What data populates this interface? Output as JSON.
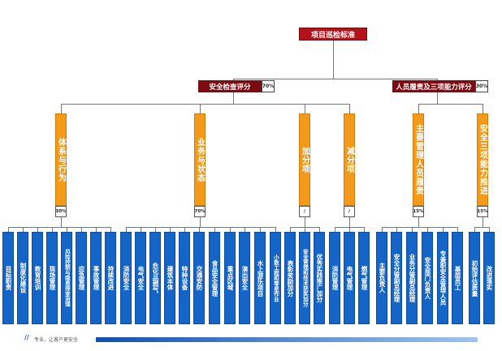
{
  "root": {
    "label": "项目巡检标准"
  },
  "groups": [
    {
      "label": "安全检查评分",
      "pct": "70%",
      "categories": [
        {
          "label": "体系与行为",
          "pct": "30%",
          "leaves": [
            "目标职责",
            "制度化建设",
            "教育培训",
            "现场管理",
            "风险控制与隐患排查治理",
            "应急管理",
            "事故管理",
            "持续改进"
          ]
        },
        {
          "label": "业务与状态",
          "pct": "70%",
          "leaves": [
            "消防安全",
            "电气安全",
            "危化品燃气",
            "建筑本体",
            "特种设备",
            "交通安防",
            "食品安全管理",
            "重点区域",
            "演出安全",
            "水上游乐项目",
            "小散工程和零星作业"
          ]
        },
        {
          "label": "加分项",
          "pct": "/",
          "leaves": [
            "表彰奖励加分",
            "安全管理和技术获奖加分",
            "优秀实践推广加分"
          ]
        },
        {
          "label": "减分项",
          "pct": "/",
          "leaves": [
            "消防管理",
            "电气管理",
            "燃气管理"
          ]
        }
      ]
    },
    {
      "label": "人员履责及三项能力评分",
      "pct": "30%",
      "categories": [
        {
          "label": "主要管理人员履责",
          "pct": "15%",
          "leaves": [
            "主要负责人",
            "安全分管副总经理",
            "业务分管副总经理",
            "安全部门负责人",
            "专兼职安全管理人员",
            "基层员工"
          ]
        },
        {
          "label": "安全三项能力推进",
          "pct": "15%",
          "leaves": [
            "初始评估质量",
            "改进落实"
          ]
        }
      ]
    }
  ],
  "footer": {
    "slogan": "专业，让客户更安全"
  },
  "colors": {
    "root": "#b3121a",
    "group": "#7e0b11",
    "category": "#f39a1a",
    "leaf": "#1565c8",
    "line": "#777777"
  }
}
